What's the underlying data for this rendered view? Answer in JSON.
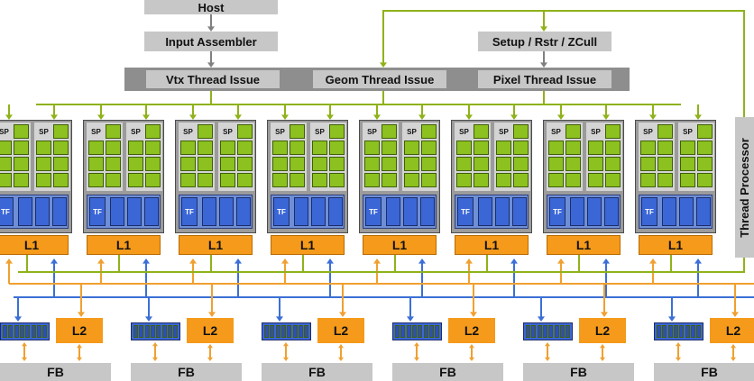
{
  "labels": {
    "host": "Host",
    "input_assembler": "Input Assembler",
    "setup": "Setup / Rstr / ZCull",
    "vtx": "Vtx Thread Issue",
    "geom": "Geom Thread Issue",
    "pixel": "Pixel Thread Issue",
    "thread_processor": "Thread Processor",
    "sp": "SP",
    "tf": "TF",
    "l1": "L1",
    "l2": "L2",
    "fb": "FB"
  },
  "colors": {
    "green": "#8cc11f",
    "blue": "#3b67d6",
    "orange": "#f59a1a",
    "line_green": "#8fb21a",
    "line_blue": "#3c6fd6",
    "line_orange": "#f0a030",
    "gray_arrow": "#808080"
  },
  "cluster_count": 8,
  "partition_count": 6
}
